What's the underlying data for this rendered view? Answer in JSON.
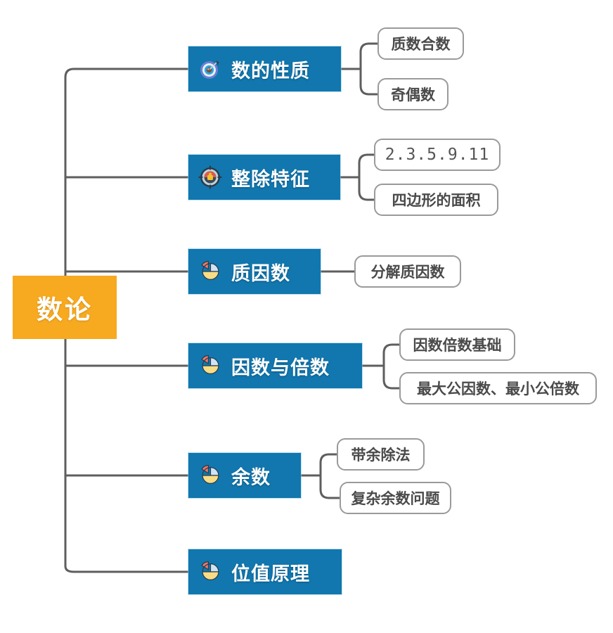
{
  "diagram": {
    "type": "mind-map",
    "title": "数论",
    "orientation": "left-to-right",
    "colors": {
      "root_fill": "#F7A920",
      "root_text": "#FFFFFF",
      "branch_fill": "#1177AE",
      "branch_text": "#FFFFFF",
      "leaf_fill": "#FFFFFF",
      "leaf_border": "#9A9A9A",
      "leaf_text": "#4A4A4A",
      "connector": "#5E5E5E",
      "background": "#FFFFFF"
    }
  },
  "root": {
    "label": "数论"
  },
  "branches": [
    {
      "label": "数的性质",
      "icon": "target-dart-icon",
      "children": [
        {
          "label": "质数合数",
          "mono": false
        },
        {
          "label": "奇偶数",
          "mono": false
        }
      ]
    },
    {
      "label": "整除特征",
      "icon": "compass-gauge-icon",
      "children": [
        {
          "label": "2.3.5.9.11",
          "mono": true
        },
        {
          "label": "四边形的面积",
          "mono": false
        }
      ]
    },
    {
      "label": "质因数",
      "icon": "pie-chart-icon",
      "children": [
        {
          "label": "分解质因数",
          "mono": false
        }
      ]
    },
    {
      "label": "因数与倍数",
      "icon": "pie-chart-icon",
      "children": [
        {
          "label": "因数倍数基础",
          "mono": false
        },
        {
          "label": "最大公因数、最小公倍数",
          "mono": false
        }
      ]
    },
    {
      "label": "余数",
      "icon": "pie-chart-icon",
      "children": [
        {
          "label": "带余除法",
          "mono": false
        },
        {
          "label": "复杂余数问题",
          "mono": false
        }
      ]
    },
    {
      "label": "位值原理",
      "icon": "pie-chart-icon",
      "children": []
    }
  ]
}
